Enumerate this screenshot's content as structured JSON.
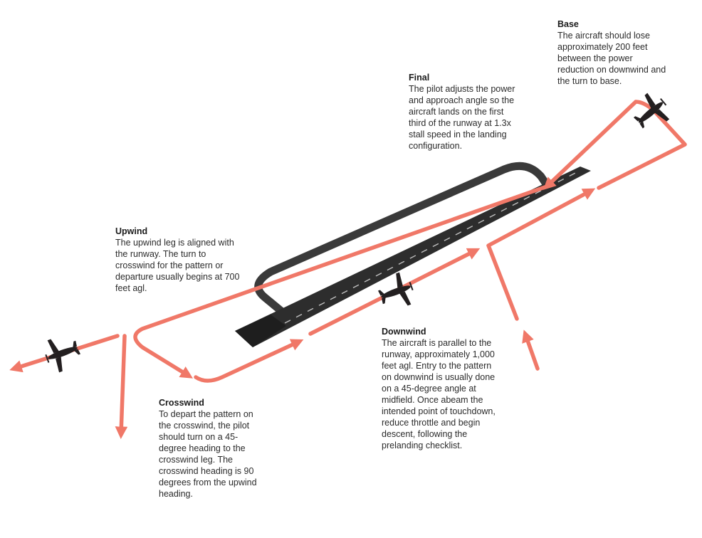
{
  "colors": {
    "path": "#f07868",
    "runway": "#2d2d2d",
    "taxiway": "#3a3a3a",
    "centerline": "#bfbfbf",
    "plane": "#231f20",
    "text": "#2b2b2b"
  },
  "icons": {
    "aircraft": "airplane-icon"
  },
  "legs": {
    "base": {
      "title": "Base",
      "body": "The aircraft should lose approximately 200 feet between the power reduction on downwind and the turn to base."
    },
    "final": {
      "title": "Final",
      "body": "The pilot adjusts the power and approach angle so the aircraft lands on the first third of the runway at 1.3x stall speed in the landing configuration."
    },
    "upwind": {
      "title": "Upwind",
      "body": "The upwind leg is aligned with the runway. The turn to crosswind for the pattern or departure usually begins at 700 feet agl."
    },
    "downwind": {
      "title": "Downwind",
      "body": "The aircraft is parallel to the runway, approximately 1,000 feet agl. Entry to the pattern on downwind is usually done on a 45-degree angle at midfield. Once abeam the intended point of touchdown, reduce throttle and begin descent, following the prelanding checklist."
    },
    "crosswind": {
      "title": "Crosswind",
      "body": "To depart the pattern on the  crosswind, the pilot should turn on a 45-degree heading to the crosswind leg. The crosswind heading is 90 degrees from the upwind heading."
    }
  }
}
